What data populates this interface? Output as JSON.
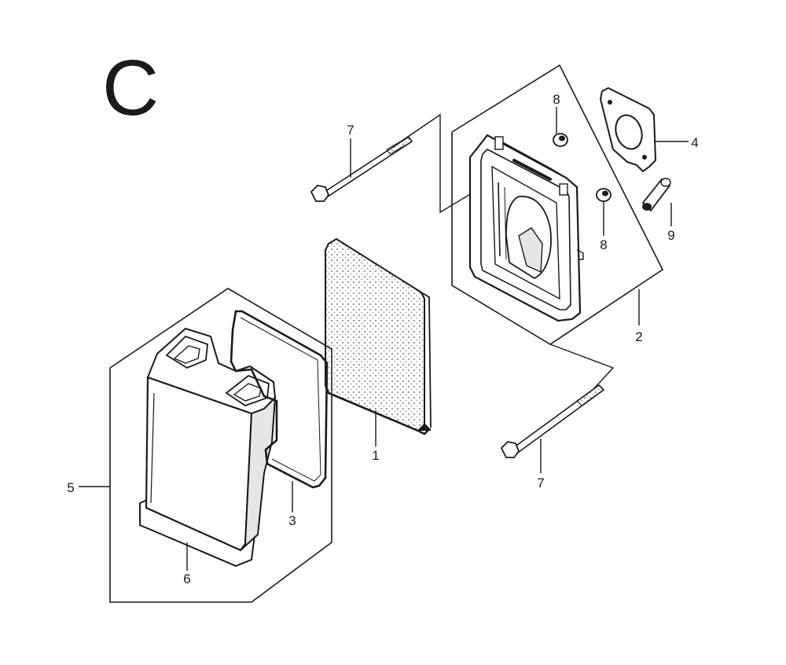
{
  "section_letter": "C",
  "callouts": {
    "c1": "1",
    "c2": "2",
    "c3": "3",
    "c4": "4",
    "c5": "5",
    "c6": "6",
    "c7a": "7",
    "c7b": "7",
    "c8a": "8",
    "c8b": "8",
    "c9": "9"
  },
  "colors": {
    "line": "#1a1a1a",
    "fill": "#ffffff",
    "shade": "#e6e6e6"
  }
}
